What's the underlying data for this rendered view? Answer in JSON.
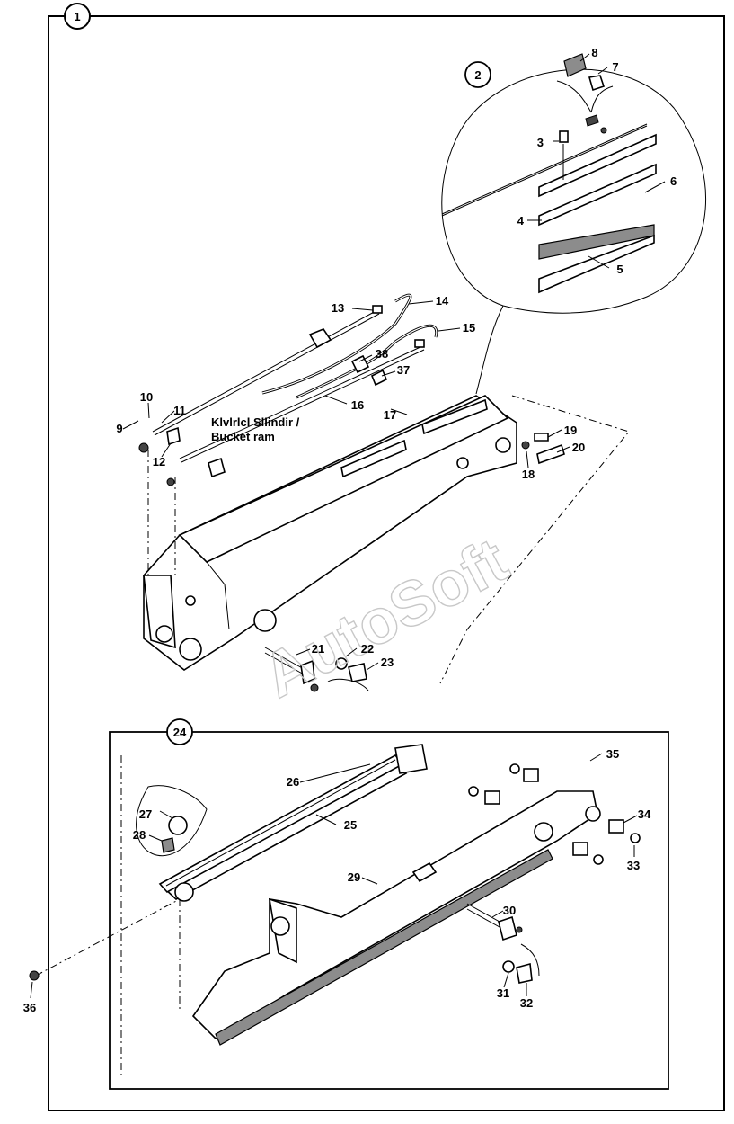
{
  "callouts": {
    "main": "1",
    "detail_a": "2",
    "detail_b": "24"
  },
  "note": {
    "line1": "Klvlrlcl Sllindir /",
    "line2": "Bucket ram"
  },
  "watermark": "AutoSoft",
  "parts": [
    "3",
    "4",
    "5",
    "6",
    "7",
    "8",
    "9",
    "10",
    "11",
    "12",
    "13",
    "14",
    "15",
    "16",
    "17",
    "18",
    "19",
    "20",
    "21",
    "22",
    "23",
    "25",
    "26",
    "27",
    "28",
    "29",
    "30",
    "31",
    "32",
    "33",
    "34",
    "35",
    "36",
    "37",
    "38"
  ]
}
